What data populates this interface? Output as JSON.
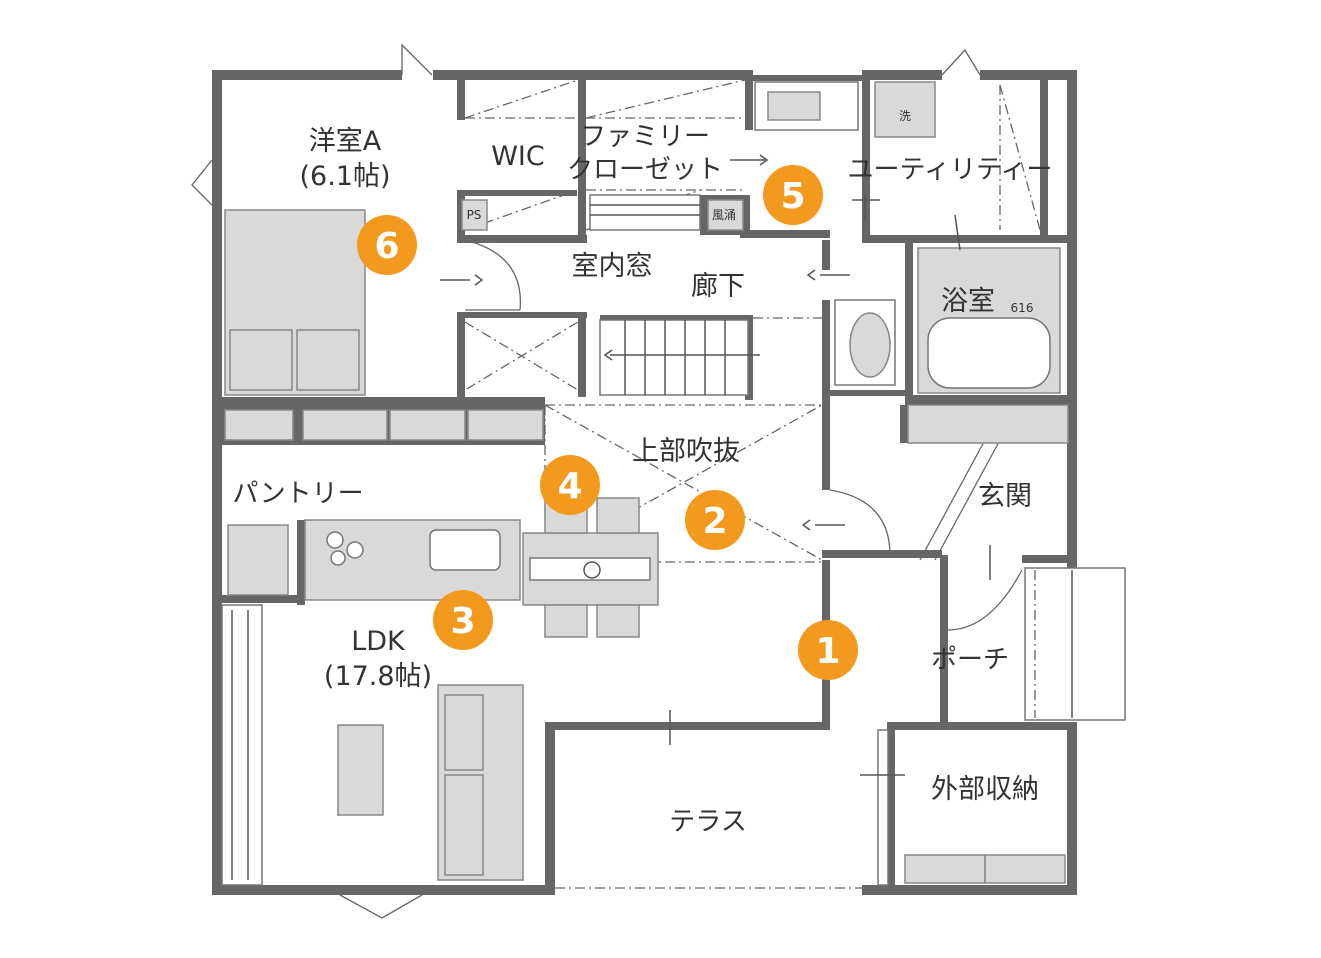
{
  "rooms": {
    "western_room_a": "洋室A",
    "western_room_a_size": "(6.1帖)",
    "wic": "WIC",
    "family_closet_1": "ファミリー",
    "family_closet_2": "クローゼット",
    "utility": "ユーティリティー",
    "bathroom": "浴室",
    "bathroom_size": "616",
    "interior_window": "室内窓",
    "hallway": "廊下",
    "open_ceiling": "上部吹抜",
    "pantry": "パントリー",
    "entrance": "玄関",
    "ldk": "LDK",
    "ldk_size": "(17.8帖)",
    "porch": "ポーチ",
    "terrace": "テラス",
    "outdoor_storage": "外部収納"
  },
  "fixtures": {
    "ps": "PS",
    "washer": "洗",
    "ventilation": "風涌"
  },
  "markers": [
    "1",
    "2",
    "3",
    "4",
    "5",
    "6"
  ],
  "colors": {
    "wall": "#666666",
    "furniture": "#d9d9d9",
    "marker": "#f39a1e"
  }
}
